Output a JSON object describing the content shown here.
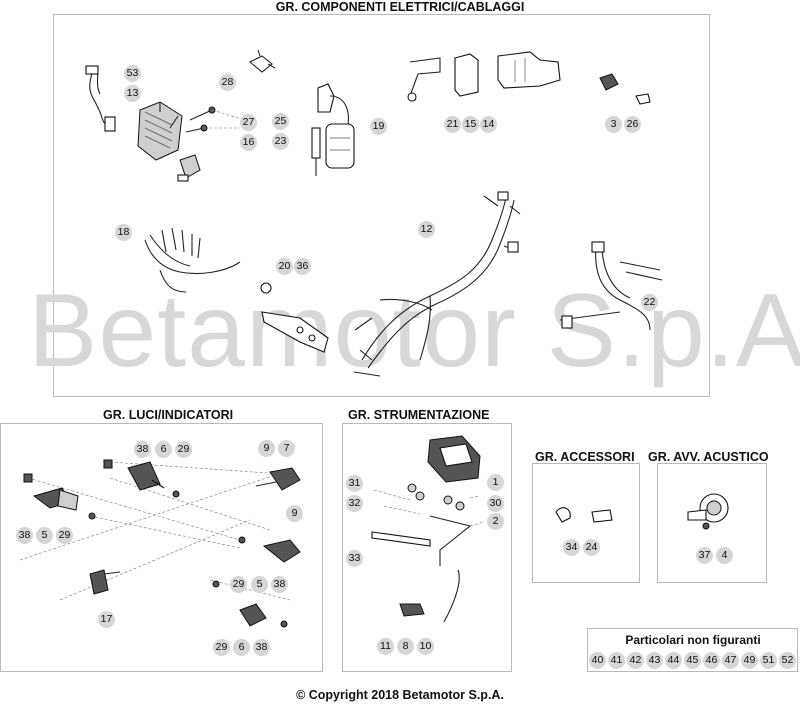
{
  "watermark": "Betamotor S.p.A.",
  "sections": {
    "electrical": {
      "title": "GR. COMPONENTI ELETTRICI/CABLAGGI",
      "callouts": [
        "53",
        "13",
        "28",
        "27",
        "16",
        "25",
        "23",
        "19",
        "21",
        "15",
        "14",
        "3",
        "26",
        "18",
        "20",
        "36",
        "12",
        "22"
      ]
    },
    "lights": {
      "title": "GR. LUCI/INDICATORI",
      "callouts": [
        "38",
        "6",
        "29",
        "9",
        "7",
        "9",
        "38",
        "5",
        "29",
        "29",
        "5",
        "38",
        "17",
        "29",
        "6",
        "38"
      ]
    },
    "instruments": {
      "title": "GR. STRUMENTAZIONE",
      "callouts": [
        "1",
        "31",
        "32",
        "30",
        "2",
        "33",
        "11",
        "8",
        "10"
      ]
    },
    "accessories": {
      "title": "GR. ACCESSORI",
      "callouts": [
        "34",
        "24"
      ]
    },
    "horn": {
      "title": "GR. AVV. ACUSTICO",
      "callouts": [
        "37",
        "4"
      ]
    }
  },
  "non_figured": {
    "title": "Particolari non figuranti",
    "items": [
      "40",
      "41",
      "42",
      "43",
      "44",
      "45",
      "46",
      "47",
      "49",
      "51",
      "52"
    ]
  },
  "footer": "© Copyright 2018 Betamotor S.p.A."
}
